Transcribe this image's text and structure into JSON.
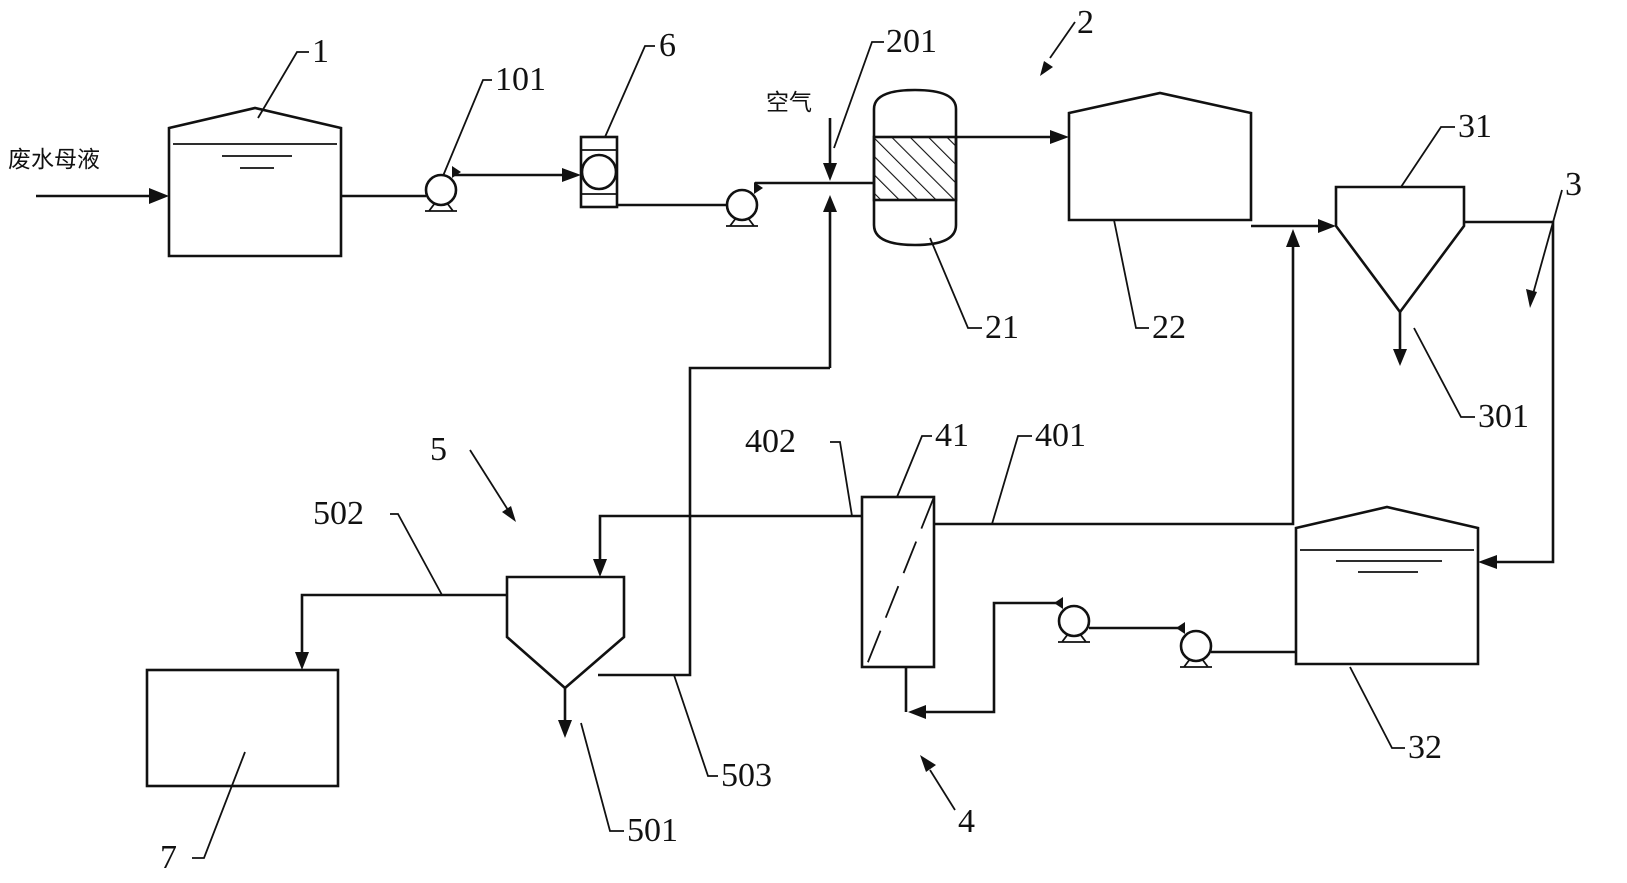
{
  "labels": {
    "tank_1": "1",
    "pump_101": "101",
    "unit_6": "6",
    "air_inlet_201": "201",
    "system_2": "2",
    "reactor_21": "21",
    "tank_22": "22",
    "settler_31": "31",
    "system_3": "3",
    "sludge_outlet_301": "301",
    "tank_32": "32",
    "membrane_41": "41",
    "line_401": "401",
    "line_402": "402",
    "system_4": "4",
    "system_5": "5",
    "line_501": "501",
    "line_502": "502",
    "line_503": "503",
    "tank_7": "7"
  },
  "text": {
    "feed": "废水母液",
    "air": "空气"
  }
}
